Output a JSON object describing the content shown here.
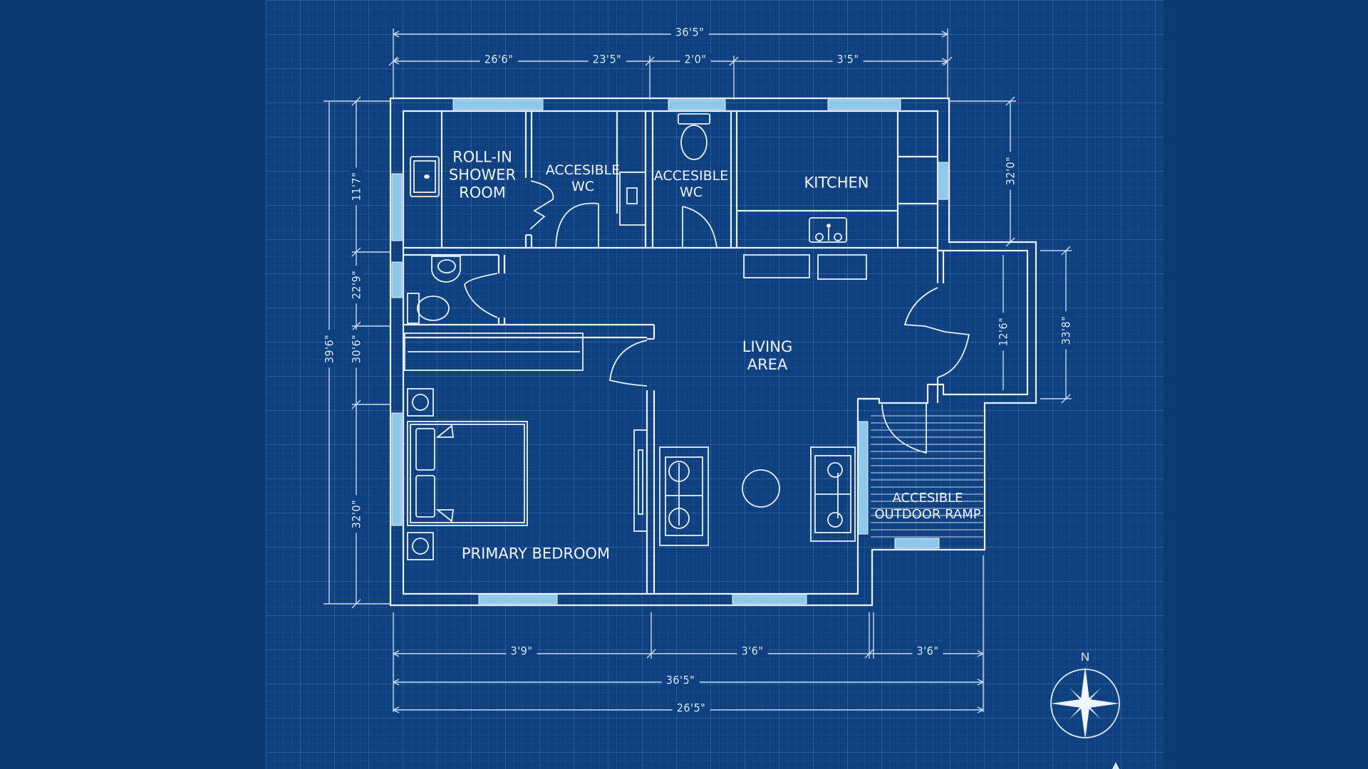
{
  "plan": {
    "colors": {
      "background": "#0d3a72",
      "sheet": "#0f4080",
      "wall_line": "#e8f1fc",
      "window_fill": "#8ec8ea",
      "dimension_line": "#c9d9ee"
    },
    "rooms": [
      {
        "id": "shower",
        "lines": [
          "ROLL-IN",
          "SHOWER",
          "ROOM"
        ]
      },
      {
        "id": "wc1",
        "lines": [
          "ACCESIBLE",
          "WC"
        ]
      },
      {
        "id": "wc2",
        "lines": [
          "ACCESIBLE",
          "WC"
        ]
      },
      {
        "id": "kitchen",
        "lines": [
          "KITCHEN"
        ]
      },
      {
        "id": "living",
        "lines": [
          "LIVING",
          "AREA"
        ]
      },
      {
        "id": "bedroom",
        "lines": [
          "PRIMARY BEDROOM"
        ]
      },
      {
        "id": "ramp",
        "lines": [
          "ACCESIBLE",
          "OUTDOOR RAMP"
        ]
      }
    ],
    "dimensions": {
      "top_overall": "36'5\"",
      "top_segments": [
        "26'6\"",
        "23'5\"",
        "2'0\"",
        "3'5\""
      ],
      "bottom_segments": [
        "3'9\"",
        "3'6\"",
        "3'6\""
      ],
      "bottom_overall_1": "36'5\"",
      "bottom_overall_2": "26'5\"",
      "left_overall": "39'6\"",
      "left_segments": [
        "11'7\"",
        "22'9\"",
        "30'6\"",
        "32'0\""
      ],
      "right_top": "32'0\"",
      "right_inner": "12'6\"",
      "right_outer": "33'8\""
    },
    "compass": {
      "label": "N"
    }
  }
}
